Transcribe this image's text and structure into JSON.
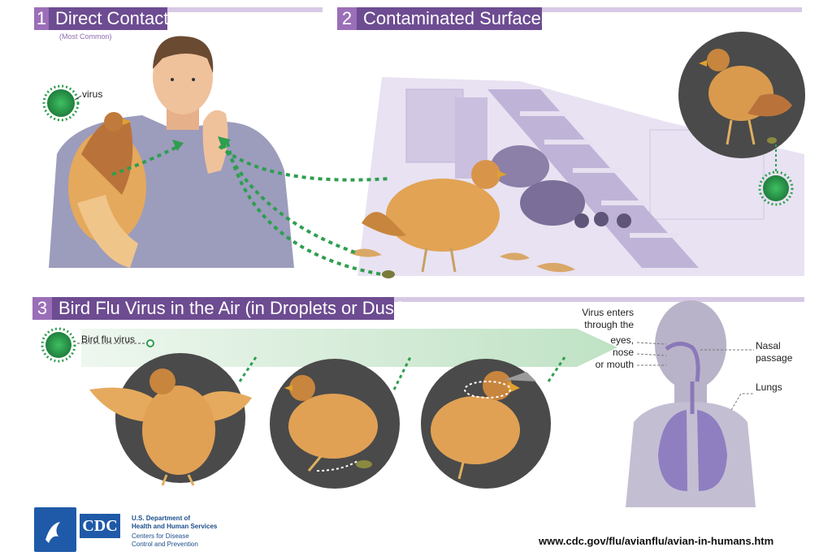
{
  "colors": {
    "accent_dark": "#6d4c91",
    "accent_light": "#9b6fb8",
    "virus_green": "#2e9e4f",
    "lavender": "#ddd3ec",
    "circle_gray": "#4a4a4a"
  },
  "section1": {
    "number": "1",
    "title": "Direct Contact",
    "subtitle": "(Most Common)",
    "virus_label": "virus"
  },
  "section2": {
    "number": "2",
    "title": "Contaminated Surfaces"
  },
  "section3": {
    "number": "3",
    "title": "Bird Flu Virus in the Air (in Droplets or Dust)",
    "virus_label": "Bird flu virus",
    "entry_label_1": "Virus enters",
    "entry_label_2": "through the",
    "entry_label_3": "eyes,",
    "entry_label_4": "nose",
    "entry_label_5": "or mouth",
    "nasal_label_1": "Nasal",
    "nasal_label_2": "passage",
    "lungs_label": "Lungs"
  },
  "footer": {
    "logo_text": "CDC",
    "agency_1": "U.S. Department of",
    "agency_2": "Health and Human Services",
    "agency_3": "Centers for Disease",
    "agency_4": "Control and Prevention",
    "url": "www.cdc.gov/flu/avianflu/avian-in-humans.htm"
  }
}
